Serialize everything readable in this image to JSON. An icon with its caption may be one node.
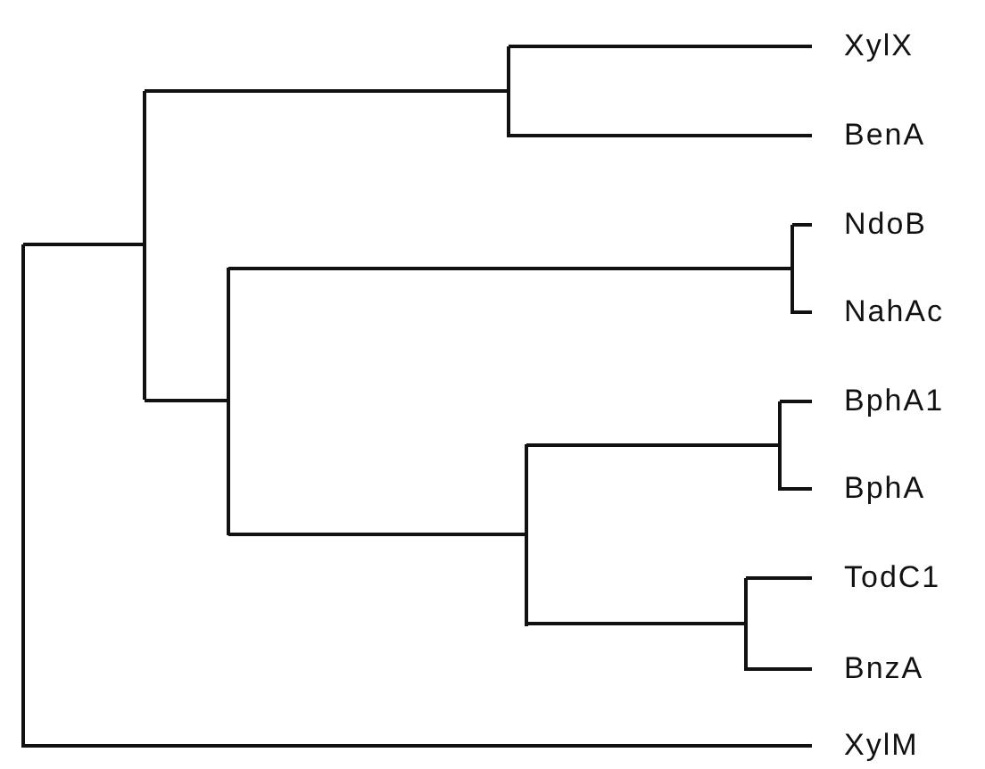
{
  "diagram": {
    "nodes": [
      {
        "text": [
          "XylX"
        ]
      },
      {
        "text": [
          "BenA"
        ]
      },
      {
        "text": [
          "NdoB"
        ]
      },
      {
        "text": [
          "NahAc"
        ]
      },
      {
        "text": [
          "BphA1"
        ]
      },
      {
        "text": [
          "BphA"
        ]
      },
      {
        "text": [
          "TodC1"
        ]
      },
      {
        "text": [
          "BnzA"
        ]
      },
      {
        "text": [
          "XylM"
        ]
      },
      {
        "text": [],
        "shape": "bar"
      },
      {
        "text": [],
        "shape": "bar"
      },
      {
        "text": [],
        "shape": "bar"
      },
      {
        "text": [],
        "shape": "bar"
      },
      {
        "text": [],
        "shape": "bar"
      },
      {
        "text": [],
        "shape": "bar"
      },
      {
        "text": [],
        "shape": "bar"
      },
      {
        "text": [],
        "shape": "bar"
      }
    ],
    "edges": [
      {
        "from": 9,
        "to": 10,
        "arrow": "none"
      },
      {
        "from": 9,
        "to": 8,
        "arrow": "none"
      },
      {
        "from": 10,
        "to": 12,
        "arrow": "none"
      },
      {
        "from": 10,
        "to": 11,
        "arrow": "none"
      },
      {
        "from": 12,
        "to": 0,
        "arrow": "none"
      },
      {
        "from": 12,
        "to": 1,
        "arrow": "none"
      },
      {
        "from": 11,
        "to": 16,
        "arrow": "none"
      },
      {
        "from": 11,
        "to": 13,
        "arrow": "none"
      },
      {
        "from": 16,
        "to": 2,
        "arrow": "none"
      },
      {
        "from": 16,
        "to": 3,
        "arrow": "none"
      },
      {
        "from": 13,
        "to": 15,
        "arrow": "none"
      },
      {
        "from": 13,
        "to": 14,
        "arrow": "none"
      },
      {
        "from": 15,
        "to": 4,
        "arrow": "none"
      },
      {
        "from": 15,
        "to": 5,
        "arrow": "none"
      },
      {
        "from": 14,
        "to": 6,
        "arrow": "none"
      },
      {
        "from": 14,
        "to": 7,
        "arrow": "none"
      }
    ]
  }
}
